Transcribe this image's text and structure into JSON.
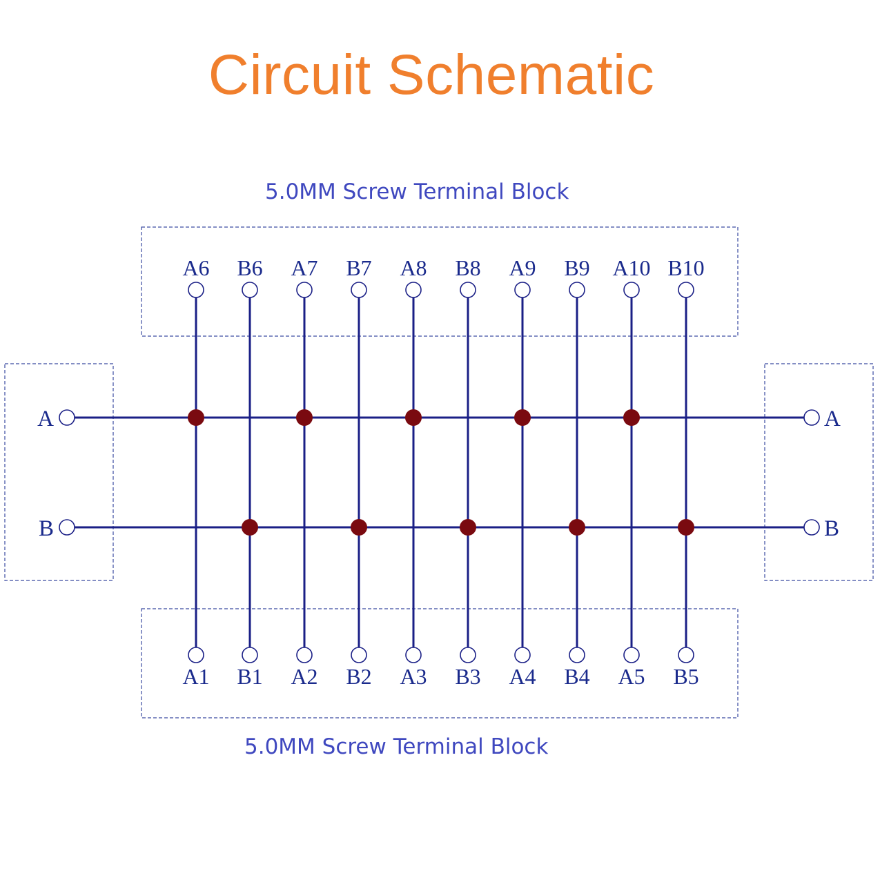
{
  "title": "Circuit Schematic",
  "captions": {
    "top": "5.0MM Screw Terminal Block",
    "bottom": "5.0MM Screw Terminal Block"
  },
  "top_pins": [
    "A6",
    "B6",
    "A7",
    "B7",
    "A8",
    "B8",
    "A9",
    "B9",
    "A10",
    "B10"
  ],
  "bottom_pins": [
    "A1",
    "B1",
    "A2",
    "B2",
    "A3",
    "B3",
    "A4",
    "B4",
    "A5",
    "B5"
  ],
  "buses": [
    {
      "label": "A",
      "connected_columns": [
        0,
        2,
        4,
        6,
        8
      ]
    },
    {
      "label": "B",
      "connected_columns": [
        1,
        3,
        5,
        7,
        9
      ]
    }
  ],
  "colors": {
    "title": "#f07f2d",
    "caption": "#3f48bf",
    "wire": "#1a1f86",
    "junction": "#7a0a10",
    "box_border": "#3a4aa0"
  }
}
